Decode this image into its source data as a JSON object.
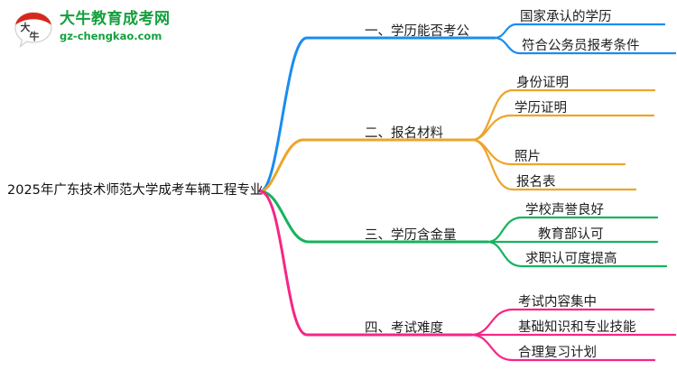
{
  "logo": {
    "mark_text": "大牛",
    "brand_cn": "大牛教育成考网",
    "brand_url": "gz-chengkao.com",
    "brand_color": "#13a03c",
    "mark_color": "#d9261c"
  },
  "mindmap": {
    "type": "mindmap",
    "root": {
      "label": "2025年广东技术师范大学成考车辆工程专业"
    },
    "branches": [
      {
        "label": "一、学历能否考公",
        "color": "#1a8cf0",
        "children": [
          {
            "label": "国家承认的学历"
          },
          {
            "label": "符合公务员报考条件"
          }
        ]
      },
      {
        "label": "二、报名材料",
        "color": "#eda42b",
        "children": [
          {
            "label": "身份证明"
          },
          {
            "label": "学历证明"
          },
          {
            "label": "照片"
          },
          {
            "label": "报名表"
          }
        ]
      },
      {
        "label": "三、学历含金量",
        "color": "#16b35e",
        "children": [
          {
            "label": "学校声誉良好"
          },
          {
            "label": "教育部认可"
          },
          {
            "label": "求职认可度提高"
          }
        ]
      },
      {
        "label": "四、考试难度",
        "color": "#f72585",
        "children": [
          {
            "label": "考试内容集中"
          },
          {
            "label": "基础知识和专业技能"
          },
          {
            "label": "合理复习计划"
          }
        ]
      }
    ]
  }
}
